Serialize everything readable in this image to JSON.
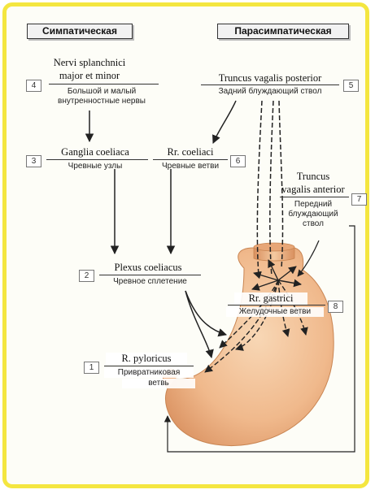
{
  "headers": {
    "sympathetic": "Симпатическая",
    "parasympathetic": "Парасимпатическая"
  },
  "labels": {
    "splanchnic": {
      "number": "4",
      "latin_line1": "Nervi splanchnici",
      "latin_line2": "major et minor",
      "russian_line1": "Большой и малый",
      "russian_line2": "внутренностные нервы"
    },
    "vagal_posterior": {
      "number": "5",
      "latin": "Truncus vagalis posterior",
      "russian": "Задний блуждающий ствол"
    },
    "ganglia": {
      "number": "3",
      "latin": "Ganglia coeliaca",
      "russian": "Чревные узлы"
    },
    "rr_coeliaci": {
      "number": "6",
      "latin": "Rr. coeliaci",
      "russian": "Чревные ветви"
    },
    "vagal_anterior": {
      "number": "7",
      "latin_line1": "Truncus",
      "latin_line2": "vagalis anterior",
      "russian_line1": "Передний",
      "russian_line2": "блуждающий",
      "russian_line3": "ствол"
    },
    "plexus": {
      "number": "2",
      "latin": "Plexus coeliacus",
      "russian": "Чревное сплетение"
    },
    "rr_gastrici": {
      "number": "8",
      "latin": "Rr. gastrici",
      "russian": "Желудочные ветви"
    },
    "pyloricus": {
      "number": "1",
      "latin": "R. pyloricus",
      "russian_line1": "Привратниковая",
      "russian_line2": "ветвь"
    }
  }
}
